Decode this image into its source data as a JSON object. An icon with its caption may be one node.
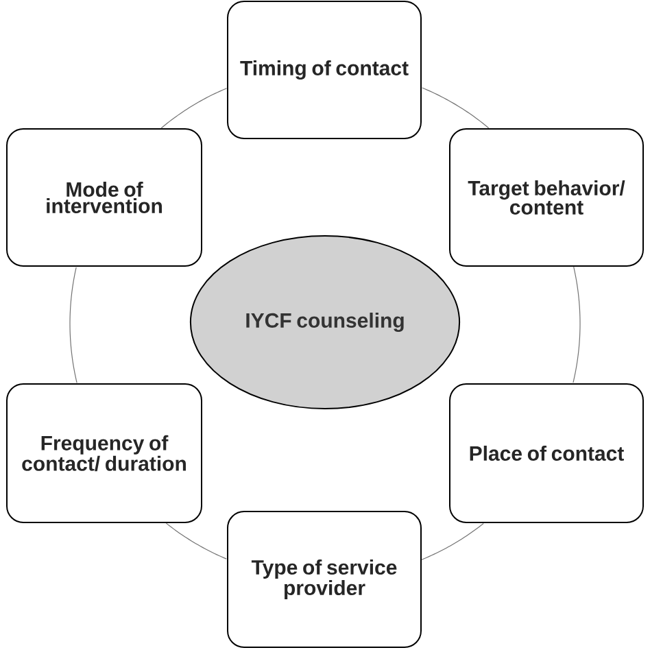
{
  "diagram": {
    "nodes": [
      {
        "text": [
          "Timing of contact"
        ]
      },
      {
        "text": [
          "Mode of intervention"
        ]
      },
      {
        "text": [
          "Target behavior/ content"
        ]
      },
      {
        "text": [
          "IYCF counseling"
        ]
      },
      {
        "text": [
          "Frequency of contact/ duration"
        ]
      },
      {
        "text": [
          "Place of contact"
        ]
      },
      {
        "text": [
          "Type of service provider"
        ]
      }
    ],
    "edges": [
      {
        "from": 0,
        "to": 2,
        "arrow": "none"
      },
      {
        "from": 2,
        "to": 5,
        "arrow": "none"
      },
      {
        "from": 5,
        "to": 6,
        "arrow": "none"
      },
      {
        "from": 6,
        "to": 4,
        "arrow": "none"
      },
      {
        "from": 4,
        "to": 1,
        "arrow": "none"
      },
      {
        "from": 1,
        "to": 0,
        "arrow": "none"
      }
    ]
  }
}
